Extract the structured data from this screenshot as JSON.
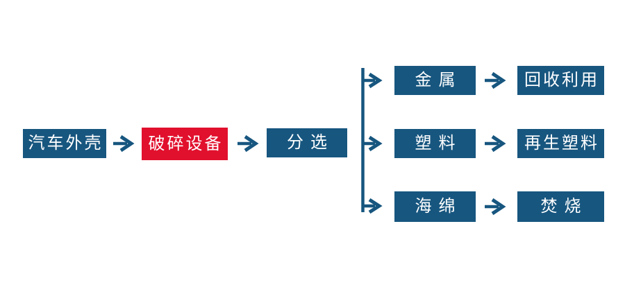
{
  "diagram": {
    "description": "Automobile shell recycling process flowchart",
    "colors": {
      "node_blue": "#17567f",
      "node_red": "#e1102d",
      "arrow_blue": "#17567f",
      "text_white": "#ffffff",
      "background": "#ffffff"
    },
    "main_flow": [
      {
        "id": "car-shell",
        "label": "汽车外壳",
        "highlight": false
      },
      {
        "id": "crusher",
        "label": "破碎设备",
        "highlight": true
      },
      {
        "id": "sorting",
        "label": "分选",
        "highlight": false
      }
    ],
    "branches": [
      {
        "material": {
          "label": "金属"
        },
        "result": {
          "label": "回收利用"
        }
      },
      {
        "material": {
          "label": "塑料"
        },
        "result": {
          "label": "再生塑料"
        }
      },
      {
        "material": {
          "label": "海绵"
        },
        "result": {
          "label": "焚烧"
        }
      }
    ],
    "icons": {
      "arrow_right": "arrow-right-icon",
      "branch_connector": "branch-connector"
    }
  }
}
